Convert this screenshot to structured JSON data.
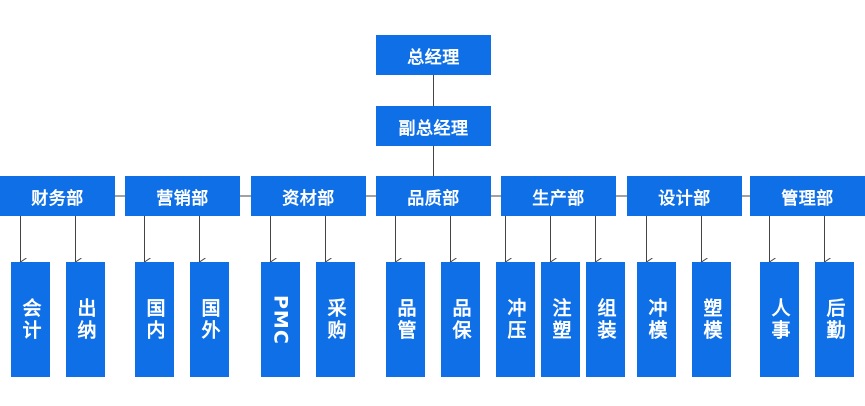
{
  "style": {
    "box_color": "#0f6fe6",
    "line_color": "#444444",
    "text_color": "#ffffff"
  },
  "top": "总经理",
  "deputy": "副总经理",
  "departments": [
    {
      "name": "财务部",
      "children": [
        "会计",
        "出纳"
      ]
    },
    {
      "name": "营销部",
      "children": [
        "国内",
        "国外"
      ]
    },
    {
      "name": "资材部",
      "children": [
        "PMC",
        "采购"
      ]
    },
    {
      "name": "品质部",
      "children": [
        "品管",
        "品保"
      ]
    },
    {
      "name": "生产部",
      "children": [
        "冲压",
        "注塑",
        "组装"
      ]
    },
    {
      "name": "设计部",
      "children": [
        "冲模",
        "塑模"
      ]
    },
    {
      "name": "管理部",
      "children": [
        "人事",
        "后勤"
      ]
    }
  ]
}
